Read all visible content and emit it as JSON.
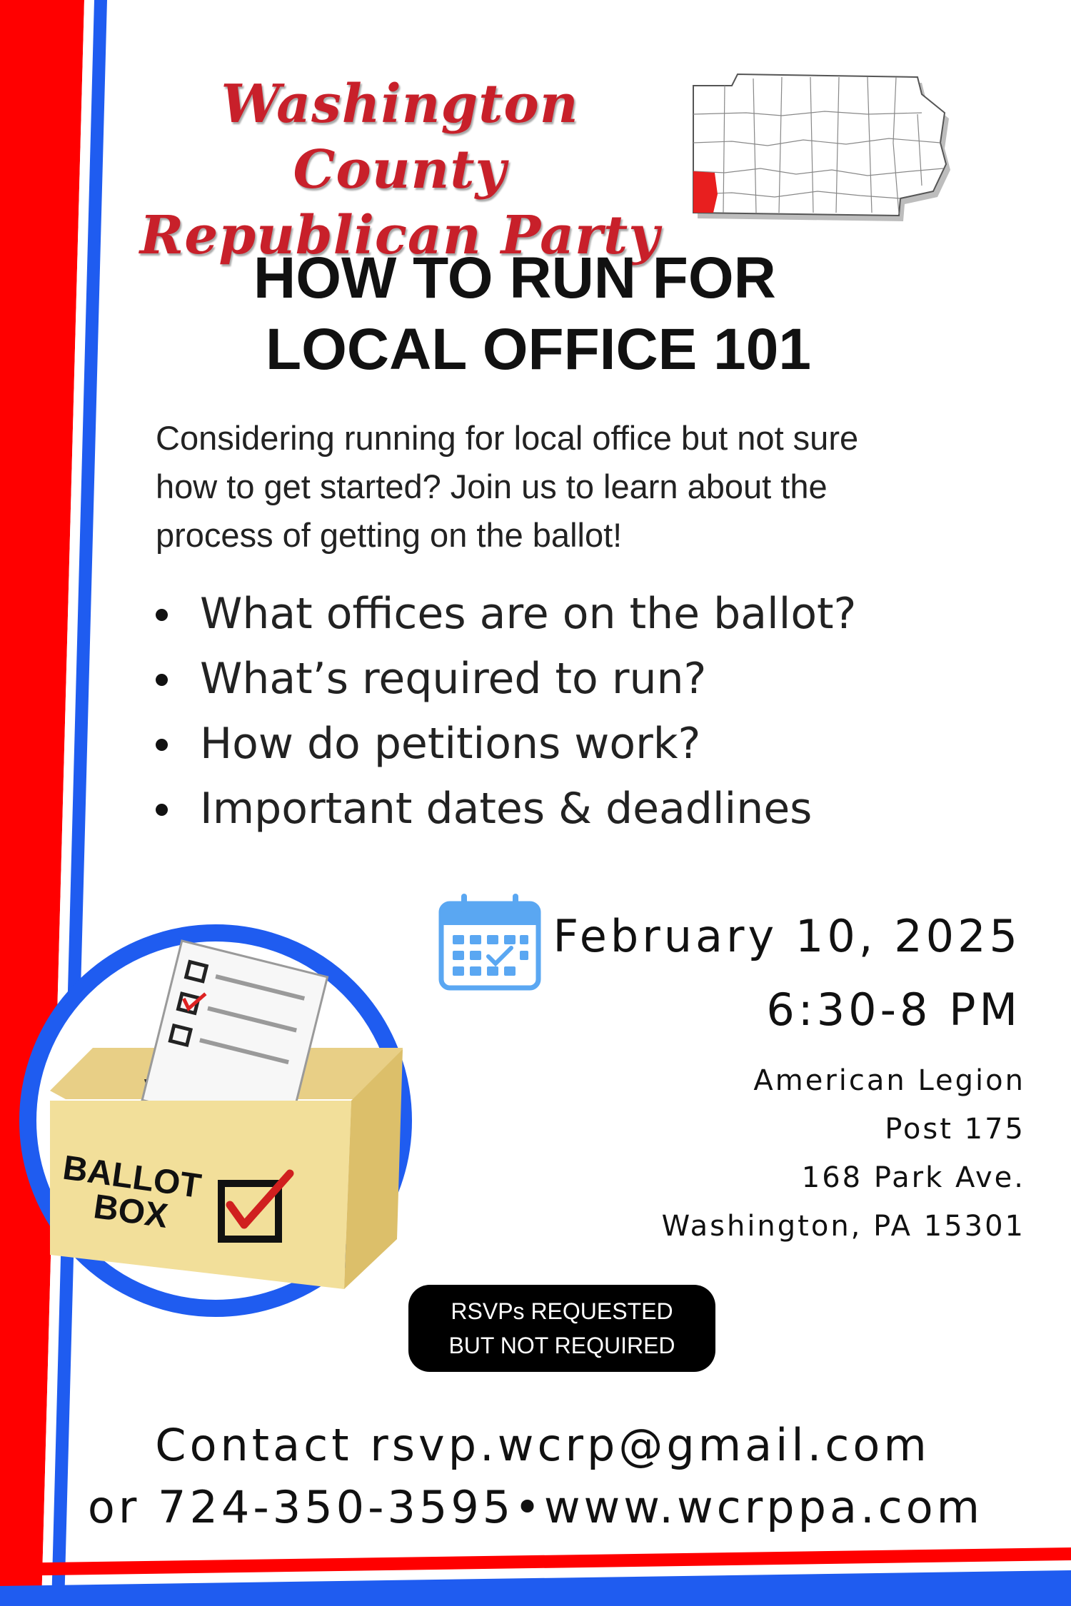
{
  "brand": {
    "line1": "Washington County",
    "line2": "Republican Party"
  },
  "title": {
    "line1": "HOW TO RUN FOR",
    "line2": "LOCAL OFFICE 101"
  },
  "intro": "Considering running for local office but not sure how to get started? Join us to learn about the process of getting on the ballot!",
  "topics": [
    "What offices are on the ballot?",
    "What’s required to run?",
    "How do petitions work?",
    "Important dates & deadlines"
  ],
  "event": {
    "date": "February 10, 2025",
    "time": "6:30-8 PM",
    "address": [
      "American Legion",
      "Post 175",
      "168 Park Ave.",
      "Washington, PA 15301"
    ]
  },
  "rsvp": {
    "line1": "RSVPs REQUESTED",
    "line2": "BUT NOT REQUIRED"
  },
  "contact": {
    "line1": "Contact rsvp.wcrp@gmail.com",
    "line2": "or 724-350-3595•www.wcrppa.com"
  },
  "ballot_box": {
    "line1": "BALLOT",
    "line2": "BOX"
  },
  "icons": {
    "calendar": "calendar-icon",
    "map": "pennsylvania-map-icon",
    "ballot": "ballot-box-icon"
  },
  "colors": {
    "red": "#ff0000",
    "blue": "#1f5cf0",
    "brand_red": "#c8202a",
    "calendar_blue": "#5aa7f2"
  }
}
